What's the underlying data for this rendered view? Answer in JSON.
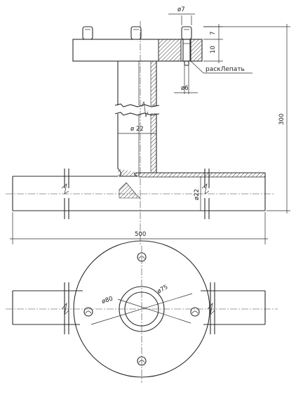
{
  "labels": {
    "hole_top_dia": "ø7",
    "flange_thickness": "10",
    "flange_thickness_top": "7",
    "pin_dia": "ø6",
    "note_peen": "раскЛепать",
    "pipe_dia_vertical": "ø 22",
    "height_total": "300",
    "pipe_dia_horizontal": "ø22",
    "length_total": "500",
    "plan_dia_inner": "ø80",
    "plan_dia_outer": "ø75"
  },
  "colors": {
    "ink": "#2b2b2b",
    "hatch": "#3a3a3a",
    "paper": "#ffffff"
  }
}
